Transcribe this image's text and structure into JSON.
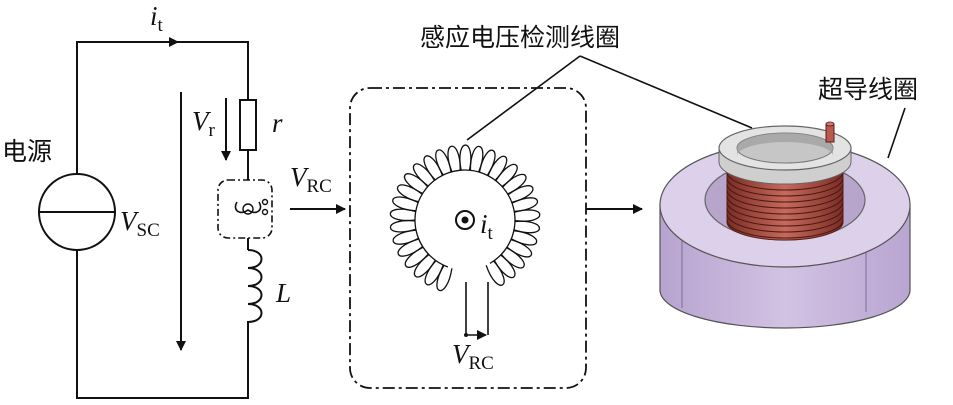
{
  "labels": {
    "power_source": "电源",
    "current_symbol": "i",
    "current_sub": "t",
    "vr_symbol": "V",
    "vr_sub": "r",
    "resistor": "r",
    "vrc_symbol": "V",
    "vrc_sub": "RC",
    "vsc_symbol": "V",
    "vsc_sub": "SC",
    "inductor": "L",
    "probe_current_symbol": "i",
    "probe_current_sub": "t",
    "probe_output_symbol": "V",
    "probe_output_sub": "RC",
    "coil_label": "感应电压检测线圈",
    "sc_coil_label": "超导线圈"
  },
  "colors": {
    "ring_top": "#d9cbe6",
    "ring_side": "#c6b3db",
    "copper": "#a04a40",
    "bore": "#f0f0f0"
  }
}
